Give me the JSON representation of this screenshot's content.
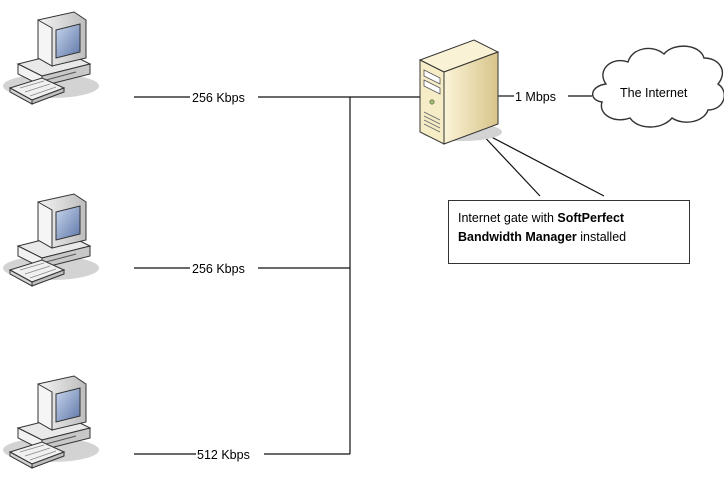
{
  "links": {
    "pc1_speed": "256 Kbps",
    "pc2_speed": "256 Kbps",
    "pc3_speed": "512 Kbps",
    "uplink_speed": "1 Mbps"
  },
  "cloud": {
    "label": "The Internet"
  },
  "note": {
    "text_before": "Internet gate with ",
    "bold_1": "SoftPerfect",
    "bold_2": "Bandwidth Manager",
    "text_after": " installed"
  },
  "colors": {
    "line": "#111111",
    "pc_body": "#d9d9d9",
    "pc_shadow": "#cfcfcf",
    "screen": "#7f95bd",
    "server_body": "#f2e6bd"
  }
}
